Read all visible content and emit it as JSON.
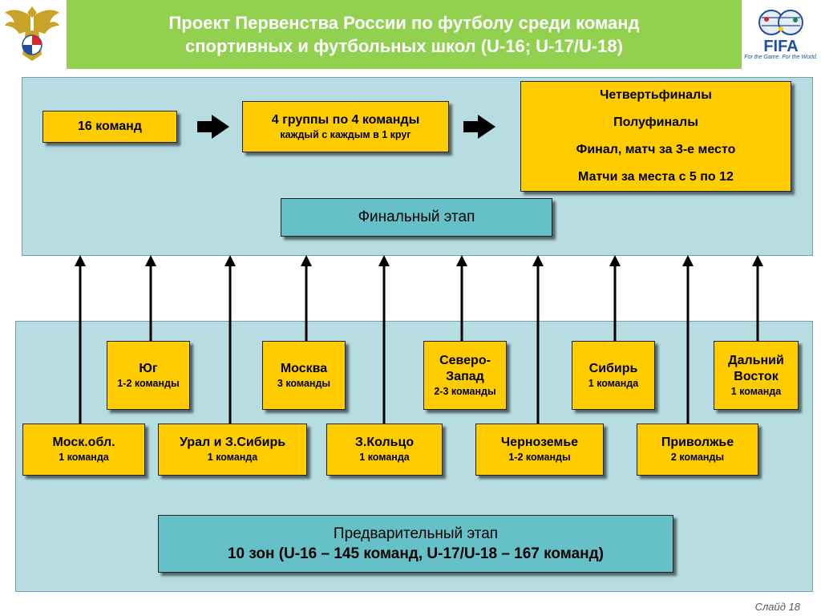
{
  "header": {
    "title_line1": "Проект Первенства России по футболу среди команд",
    "title_line2": "спортивных и футбольных школ (U-16; U-17/U-18)"
  },
  "logos": {
    "fifa_text": "FIFA",
    "fifa_tagline": "For the Game. For the World."
  },
  "final_stage": {
    "teams_box": "16 команд",
    "groups_box": {
      "title": "4 группы по 4 команды",
      "subtitle": "каждый с каждым в 1 круг"
    },
    "playoffs": [
      "Четвертьфиналы",
      "Полуфиналы",
      "Финал, матч за 3-е место",
      "Матчи за места с 5 по 12"
    ],
    "label": "Финальный этап"
  },
  "zones_top": [
    {
      "name": "Юг",
      "teams": "1-2 команды"
    },
    {
      "name": "Москва",
      "teams": "3 команды"
    },
    {
      "name": "Северо-\nЗапад",
      "teams": "2-3 команды"
    },
    {
      "name": "Сибирь",
      "teams": "1 команда"
    },
    {
      "name": "Дальний\nВосток",
      "teams": "1 команда"
    }
  ],
  "zones_bottom": [
    {
      "name": "Моск.обл.",
      "teams": "1 команда"
    },
    {
      "name": "Урал и З.Сибирь",
      "teams": "1 команда"
    },
    {
      "name": "З.Кольцо",
      "teams": "1 команда"
    },
    {
      "name": "Черноземье",
      "teams": "1-2 команды"
    },
    {
      "name": "Приволжье",
      "teams": "2 команды"
    }
  ],
  "preliminary_stage": {
    "label": "Предварительный этап",
    "summary": "10 зон (U-16 – 145 команд, U-17/U-18 – 167 команд)"
  },
  "slide_number": "Слайд 18",
  "colors": {
    "header_bg": "#92d050",
    "panel_bg": "#b7dde2",
    "box_yellow": "#ffcc00",
    "label_teal": "#66c0c7"
  }
}
